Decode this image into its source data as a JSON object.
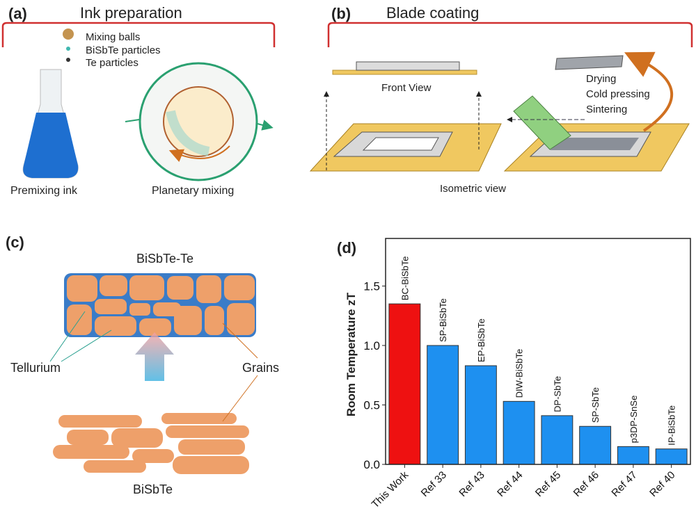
{
  "panels": {
    "a": {
      "label": "(a)",
      "title": "Ink preparation",
      "legend": [
        "Mixing balls",
        "BiSbTe particles",
        "Te particles"
      ],
      "captions": [
        "Premixing ink",
        "Planetary mixing"
      ]
    },
    "b": {
      "label": "(b)",
      "title": "Blade coating",
      "front_view": "Front View",
      "isometric_view": "Isometric view",
      "steps": [
        "Drying",
        "Cold pressing",
        "Sintering"
      ]
    },
    "c": {
      "label": "(c)",
      "top_title": "BiSbTe-Te",
      "bottom_title": "BiSbTe",
      "tellurium": "Tellurium",
      "grains": "Grains"
    },
    "d": {
      "label": "(d)"
    }
  },
  "colors": {
    "highlight_bar": "#ee1111",
    "bar": "#1e90f0",
    "bracket": "#d03030",
    "grain": "#eea06a",
    "te": "#3a7cc8"
  },
  "chart_data": {
    "type": "bar",
    "title": "",
    "xlabel": "",
    "ylabel": "Room Temperature zT",
    "ylim": [
      0,
      1.9
    ],
    "yticks": [
      "0.0",
      "0.5",
      "1.0",
      "1.5"
    ],
    "ytick_values": [
      0,
      0.5,
      1.0,
      1.5
    ],
    "categories": [
      "This Work",
      "Ref 33",
      "Ref 43",
      "Ref 44",
      "Ref 45",
      "Ref 46",
      "Ref 47",
      "Ref 40"
    ],
    "bar_labels": [
      "BC-BiSbTe",
      "SP-BiSbTe",
      "EP-BiSbTe",
      "DIW-BiSbTe",
      "DP-SbTe",
      "SP-SbTe",
      "p3DP-SnSe",
      "IP-BiSbTe"
    ],
    "values": [
      1.35,
      1.0,
      0.83,
      0.53,
      0.41,
      0.32,
      0.15,
      0.13
    ],
    "grid": false,
    "legend": "none"
  }
}
